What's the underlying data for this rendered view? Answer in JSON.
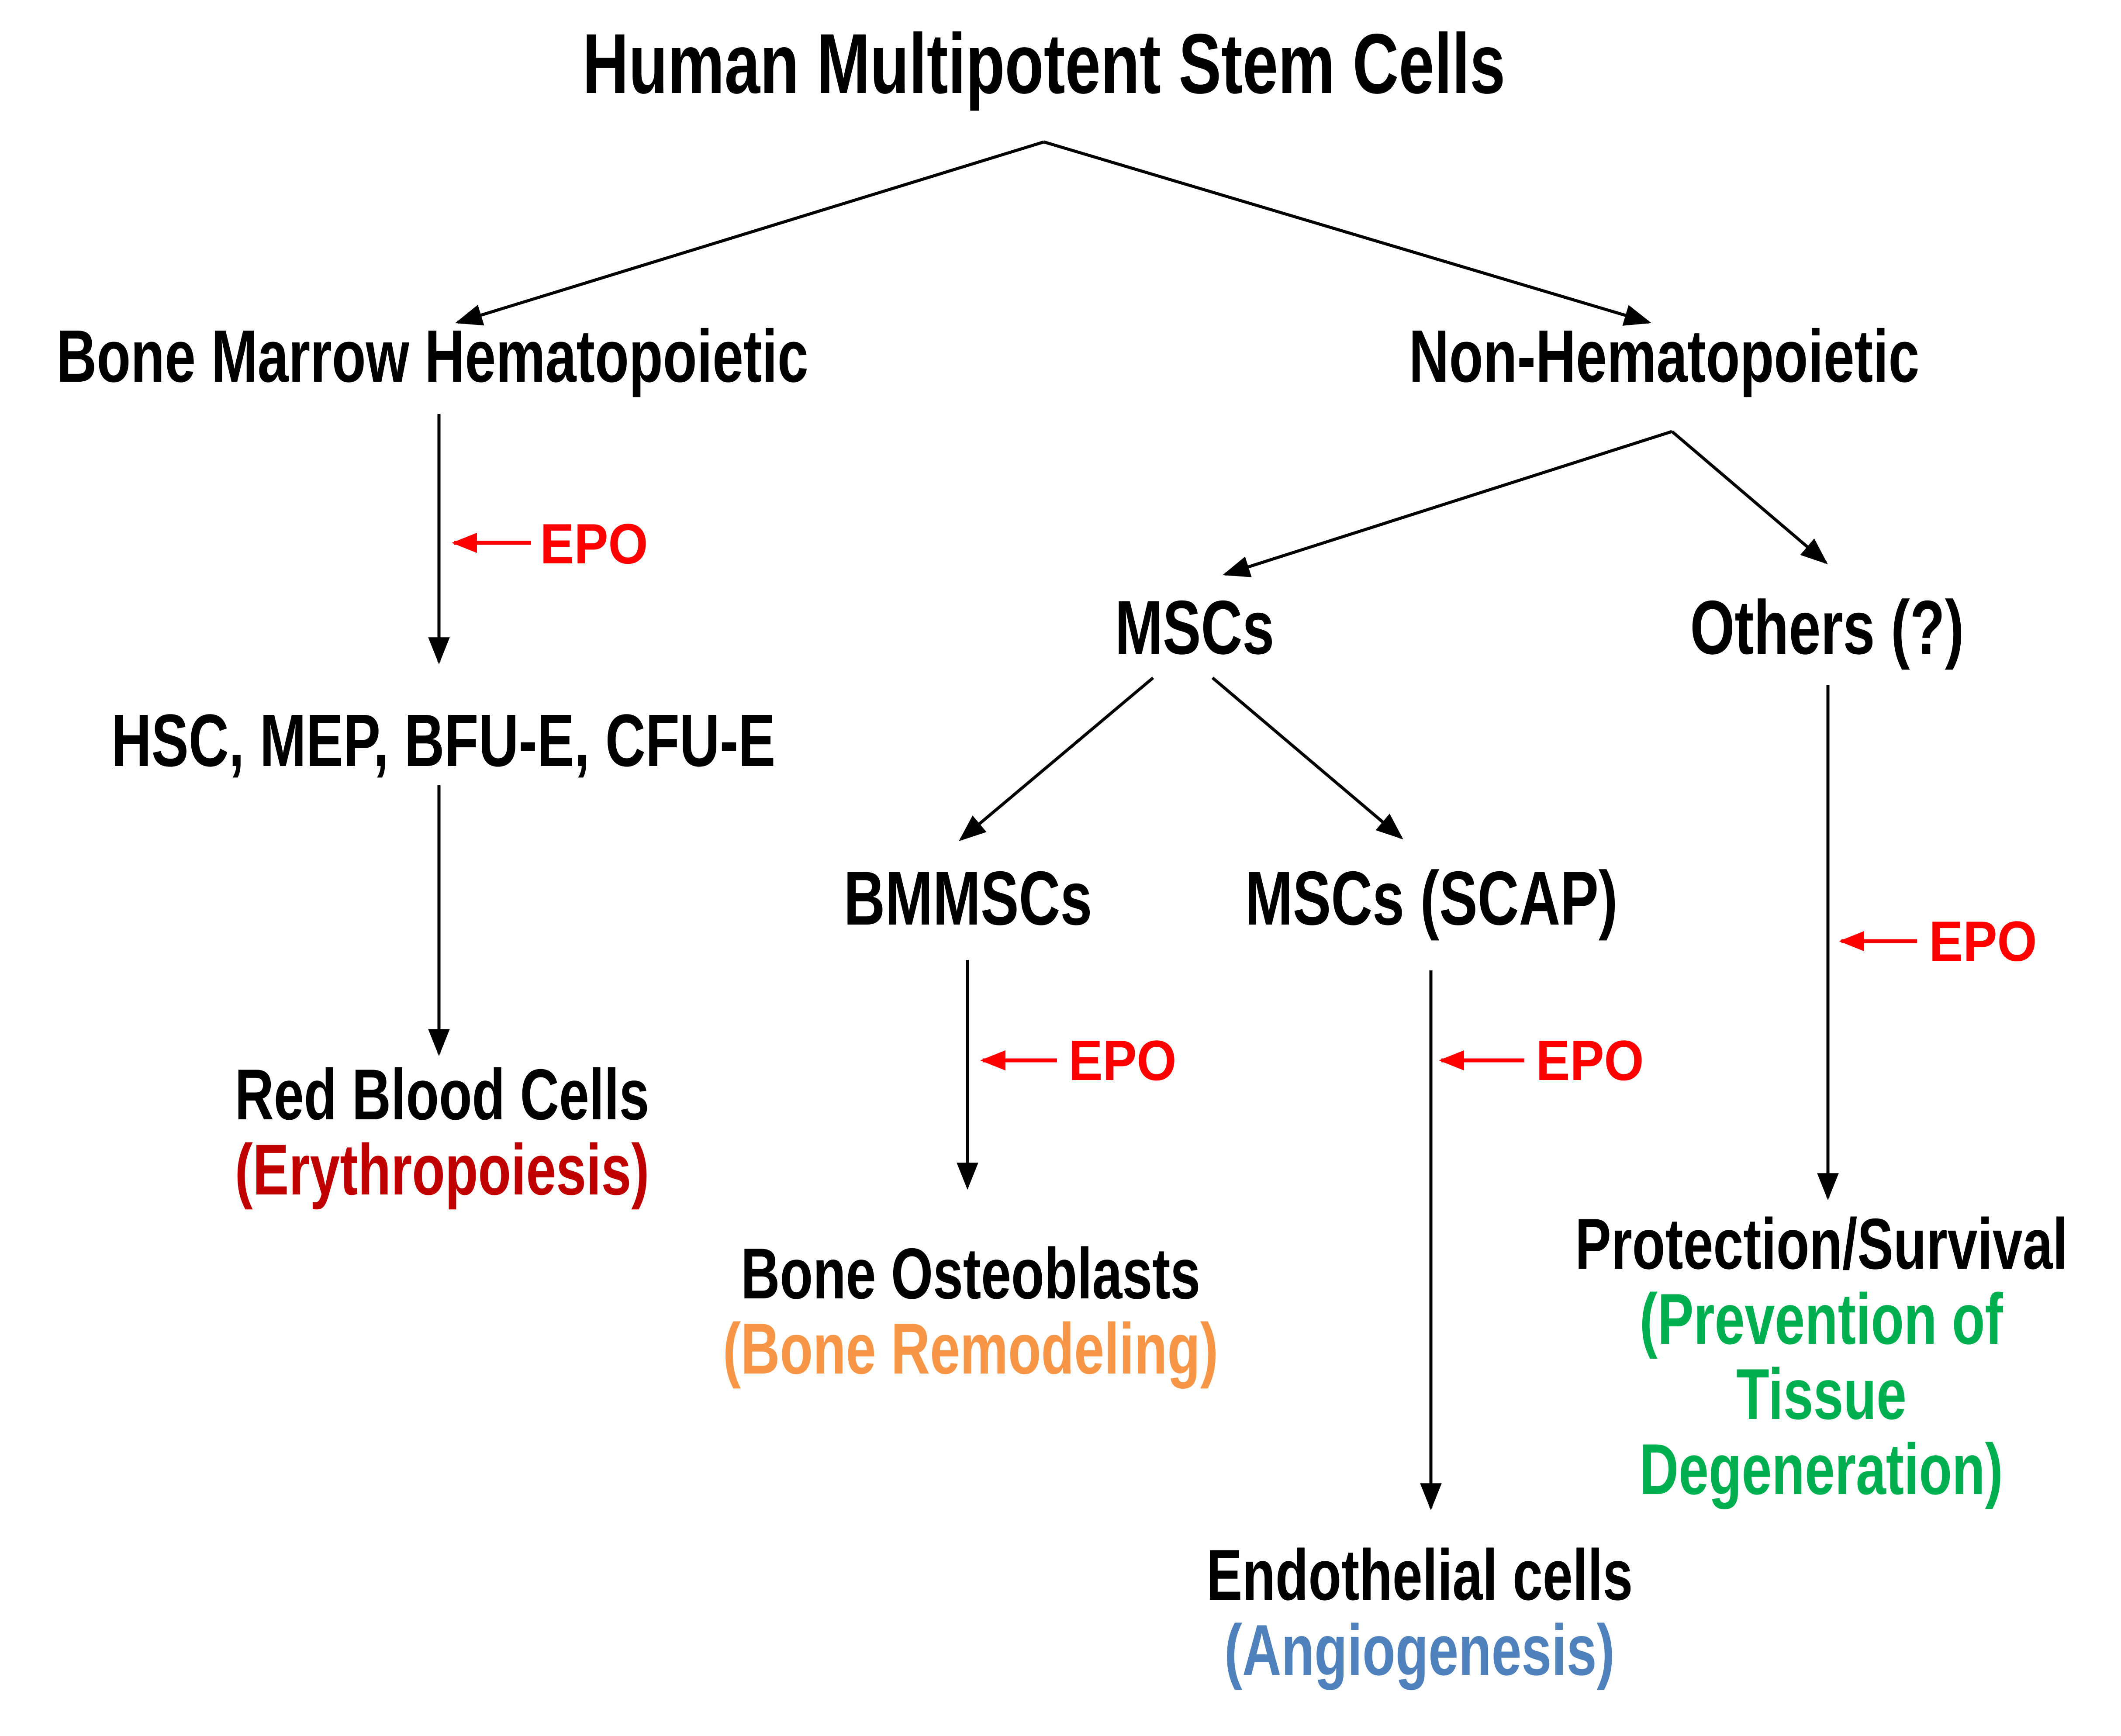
{
  "colors": {
    "red": "#FF0000",
    "dark_red": "#C00000",
    "orange": "#F79646",
    "green": "#00B050",
    "blue": "#4F81BD",
    "black": "#000000"
  },
  "title": "Human Multipotent Stem Cells",
  "nodes": {
    "bone_marrow": {
      "label": "Bone Marrow Hematopoietic"
    },
    "non_hematopoietic": {
      "label": "Non-Hematopoietic"
    },
    "hsc": {
      "label": "HSC, MEP, BFU-E, CFU-E"
    },
    "red_blood_cells": {
      "label": "Red Blood Cells",
      "sublabel": "(Erythropoiesis)"
    },
    "mscs": {
      "label": "MSCs"
    },
    "others": {
      "label": "Others (?)"
    },
    "bmmscs": {
      "label": "BMMSCs"
    },
    "mscs_scap": {
      "label": "MSCs (SCAP)"
    },
    "bone_osteoblasts": {
      "label": "Bone Osteoblasts",
      "sublabel": "(Bone Remodeling)"
    },
    "protection_survival": {
      "label": "Protection/Survival",
      "sublabel_line1": "(Prevention of",
      "sublabel_line2": "Tissue",
      "sublabel_line3": "Degeneration)"
    },
    "endothelial": {
      "label": "Endothelial cells",
      "sublabel": "(Angiogenesis)"
    }
  },
  "epo_arrows": {
    "bone_marrow": {
      "label": "EPO"
    },
    "bmmscs": {
      "label": "EPO"
    },
    "mscs_scap": {
      "label": "EPO"
    },
    "others": {
      "label": "EPO"
    }
  }
}
